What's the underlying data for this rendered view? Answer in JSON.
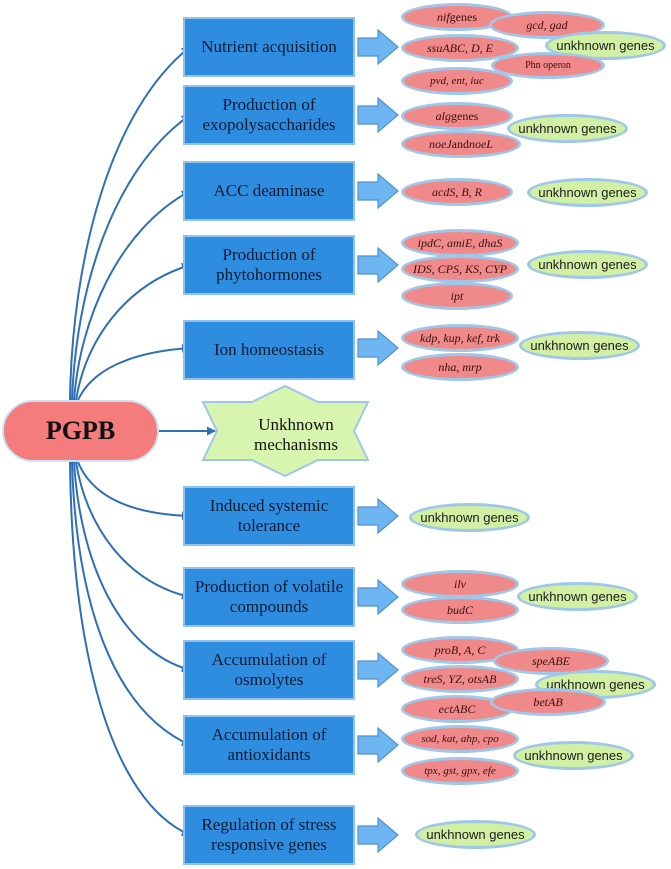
{
  "center": {
    "label": "PGPB"
  },
  "unknown_mechanisms": {
    "line1": "Unkhnown",
    "line2": "mechanisms"
  },
  "boxes": {
    "nutrient": "Nutrient acquisition",
    "exopolysaccharides": "Production of exopolysaccharides",
    "acc": "ACC deaminase",
    "phytohormones": "Production of phytohormones",
    "ion": "Ion homeostasis",
    "ist": "Induced systemic tolerance",
    "volatile": "Production of volatile compounds",
    "osmolytes": "Accumulation of osmolytes",
    "antioxidants": "Accumulation of antioxidants",
    "regulation": "Regulation of  stress responsive genes"
  },
  "genes": {
    "nif": {
      "italic": "nif",
      "plain": " genes"
    },
    "gcd": "gcd, gad",
    "ssu": "ssuABC, D, E",
    "phn": "Phn operon",
    "pvd": "pvd, ent, iuc",
    "alg": {
      "italic": "alg",
      "plain": " genes"
    },
    "noe": {
      "italic1": "noeJ",
      "plain": " and ",
      "italic2": "noeL"
    },
    "acd": "acdS, B, R",
    "ipd": "ipdC, amiE, dhaS",
    "ids": "IDS, CPS, KS, CYP",
    "ipt": "ipt",
    "kdp": "kdp, kup, kef, trk",
    "nha": "nha, mrp",
    "ilv": "ilv",
    "bud": "budC",
    "pro": "proB, A, C",
    "spe": "speABE",
    "tre": "treS, YZ, otsAB",
    "ect": "ectABC",
    "bet": "betAB",
    "sod": "sod, kat, ahp, cpo",
    "tpx": "tpx, gst, gpx, efe"
  },
  "unknown_genes_label": "unkhnown genes",
  "colors": {
    "box_fill": "#2f8de0",
    "box_border": "#8fc3ee",
    "arrow": "#2e6fb5",
    "block_arrow": "#6db6f2",
    "gene_oval": "#f08a8a",
    "unknown_oval": "#d2f0a3",
    "center": "#f47c7c",
    "star": "#d8f5b0"
  }
}
